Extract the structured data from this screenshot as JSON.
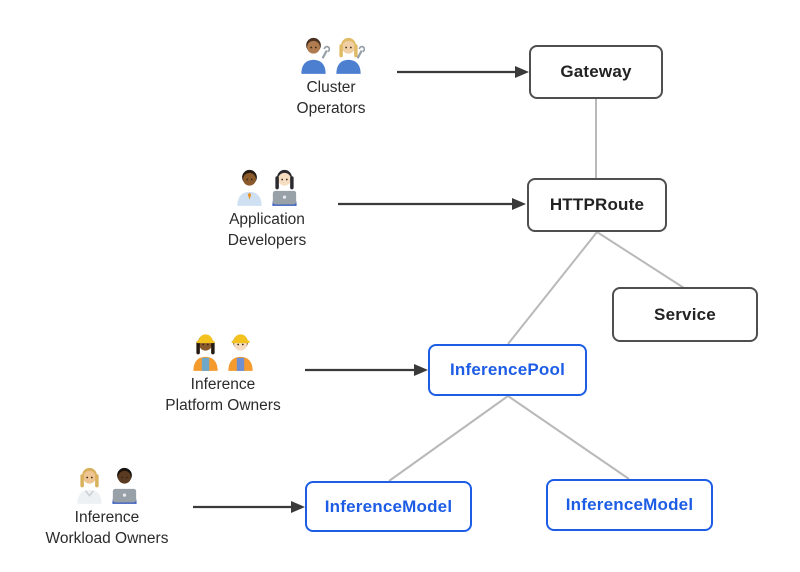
{
  "diagram": {
    "colors": {
      "core_border": "#4f4f4f",
      "core_text": "#222222",
      "inference_accent": "#1d5de5",
      "connector": "#b9b9b9",
      "arrow": "#3a3a3a",
      "background": "#ffffff"
    },
    "nodes": [
      {
        "id": "gateway",
        "label": "Gateway",
        "type": "core"
      },
      {
        "id": "httproute",
        "label": "HTTPRoute",
        "type": "core"
      },
      {
        "id": "service",
        "label": "Service",
        "type": "core"
      },
      {
        "id": "inferencepool",
        "label": "InferencePool",
        "type": "inference"
      },
      {
        "id": "inferencemodel-left",
        "label": "InferenceModel",
        "type": "inference"
      },
      {
        "id": "inferencemodel-right",
        "label": "InferenceModel",
        "type": "inference"
      }
    ],
    "personas": [
      {
        "id": "cluster-operators",
        "label_lines": [
          "Cluster",
          "Operators"
        ],
        "people": [
          {
            "icon": "man-mechanic-icon",
            "skin": "#b07b4f",
            "hair": "#4a3222",
            "shirt": "#4d7fd0",
            "accessory": "wrench",
            "hair_style": "short"
          },
          {
            "icon": "woman-mechanic-icon",
            "skin": "#f0cfa4",
            "hair": "#e0bb66",
            "shirt": "#4d7fd0",
            "accessory": "wrench",
            "hair_style": "long"
          }
        ]
      },
      {
        "id": "application-developers",
        "label_lines": [
          "Application",
          "Developers"
        ],
        "people": [
          {
            "icon": "man-office-worker-icon",
            "skin": "#8a5a2b",
            "hair": "#241a12",
            "shirt": "#cfe0f2",
            "accessory": "tie",
            "hair_style": "short"
          },
          {
            "icon": "woman-technologist-icon",
            "skin": "#f6dcc0",
            "hair": "#2b2b30",
            "shirt": "#3d5fc0",
            "accessory": "laptop",
            "hair_style": "long"
          }
        ]
      },
      {
        "id": "inference-platform-owners",
        "label_lines": [
          "Inference",
          "Platform Owners"
        ],
        "people": [
          {
            "icon": "woman-construction-worker-icon",
            "skin": "#8a5a2b",
            "hair": "#241a12",
            "shirt": "#f59b2d",
            "vest_inner": "#6fa7c7",
            "accessory": "hardhat",
            "hair_style": "long"
          },
          {
            "icon": "man-construction-worker-icon",
            "skin": "#f6dcc0",
            "hair": "#6b4a2f",
            "shirt": "#f59b2d",
            "vest_inner": "#6f8fd0",
            "accessory": "hardhat",
            "hair_style": "short"
          }
        ]
      },
      {
        "id": "inference-workload-owners",
        "label_lines": [
          "Inference",
          "Workload Owners"
        ],
        "people": [
          {
            "icon": "health-worker-icon",
            "skin": "#eec592",
            "hair": "#d9b05c",
            "shirt": "#eef1f4",
            "accessory": "coat",
            "hair_style": "long"
          },
          {
            "icon": "man-technologist-icon",
            "skin": "#5a3a20",
            "hair": "#17120e",
            "shirt": "#3d5fc0",
            "accessory": "laptop",
            "hair_style": "short"
          }
        ]
      }
    ],
    "edges": [
      {
        "from": "Gateway",
        "to": "HTTPRoute"
      },
      {
        "from": "HTTPRoute",
        "to": "InferencePool"
      },
      {
        "from": "HTTPRoute",
        "to": "Service"
      },
      {
        "from": "InferencePool",
        "to": "InferenceModel (left)"
      },
      {
        "from": "InferencePool",
        "to": "InferenceModel (right)"
      }
    ],
    "arrows": [
      {
        "from": "Cluster Operators",
        "to": "Gateway"
      },
      {
        "from": "Application Developers",
        "to": "HTTPRoute"
      },
      {
        "from": "Inference Platform Owners",
        "to": "InferencePool"
      },
      {
        "from": "Inference Workload Owners",
        "to": "InferenceModel (left)"
      }
    ]
  }
}
